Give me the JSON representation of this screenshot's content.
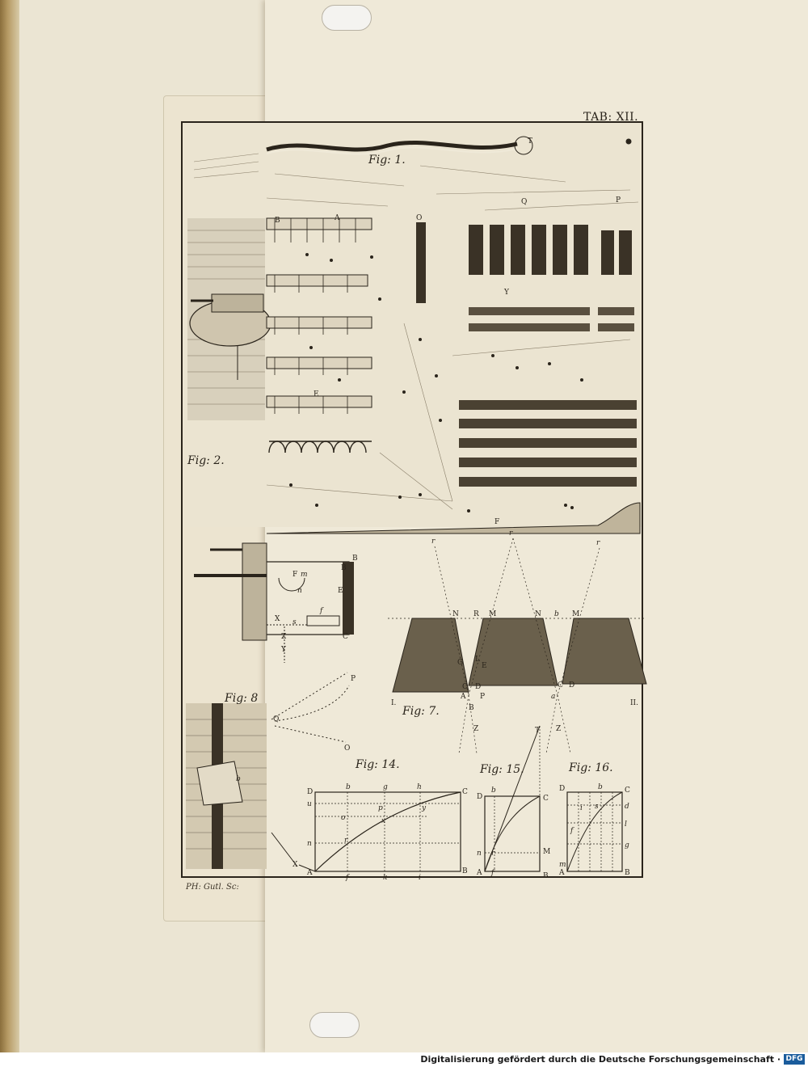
{
  "plate": {
    "title": "TAB: XII.",
    "engraver": "PH: Gutl. Sc:"
  },
  "figures": {
    "fig1": "Fig: 1.",
    "fig2": "Fig: 2.",
    "fig7": "Fig: 7.",
    "fig8": "Fig: 8",
    "fig14": "Fig: 14.",
    "fig15": "Fig: 15.",
    "fig16": "Fig: 16."
  },
  "labels": {
    "fig1": [
      "T",
      "O",
      "Q",
      "P",
      "Y",
      "E",
      "B",
      "A",
      "F"
    ],
    "fig2": [
      "B",
      "B",
      "E",
      "F",
      "m",
      "n",
      "X",
      "Z",
      "s",
      "f",
      "C",
      "Y"
    ],
    "fig7": [
      "r",
      "r",
      "r",
      "N",
      "R",
      "M",
      "N",
      "b",
      "M",
      "G",
      "L",
      "E",
      "C",
      "D",
      "C",
      "D",
      "a",
      "A",
      "P",
      "I.",
      "B",
      "II.",
      "Z",
      "Z",
      "T"
    ],
    "fig8": [
      "Q",
      "P",
      "O",
      "b"
    ],
    "fig14": [
      "D",
      "b",
      "g",
      "h",
      "C",
      "u",
      "p",
      "y",
      "o",
      "x",
      "n",
      "r",
      "X",
      "A",
      "f",
      "k",
      "i",
      "B"
    ],
    "fig15": [
      "D",
      "b",
      "C",
      "n",
      "r",
      "M",
      "A",
      "f",
      "B"
    ],
    "fig16": [
      "D",
      "b",
      "C",
      "d",
      "i",
      "s",
      "l",
      "f",
      "g",
      "m",
      "A",
      "B"
    ]
  },
  "footer": {
    "text": "Digitalisierung gefördert durch die Deutsche Forschungsgemeinschaft ·",
    "logo": "DFG"
  },
  "colors": {
    "ink": "#2a241b",
    "paper": "#efe9d8",
    "page": "#e9e2cf",
    "dfg_blue": "#1a5c9c"
  }
}
